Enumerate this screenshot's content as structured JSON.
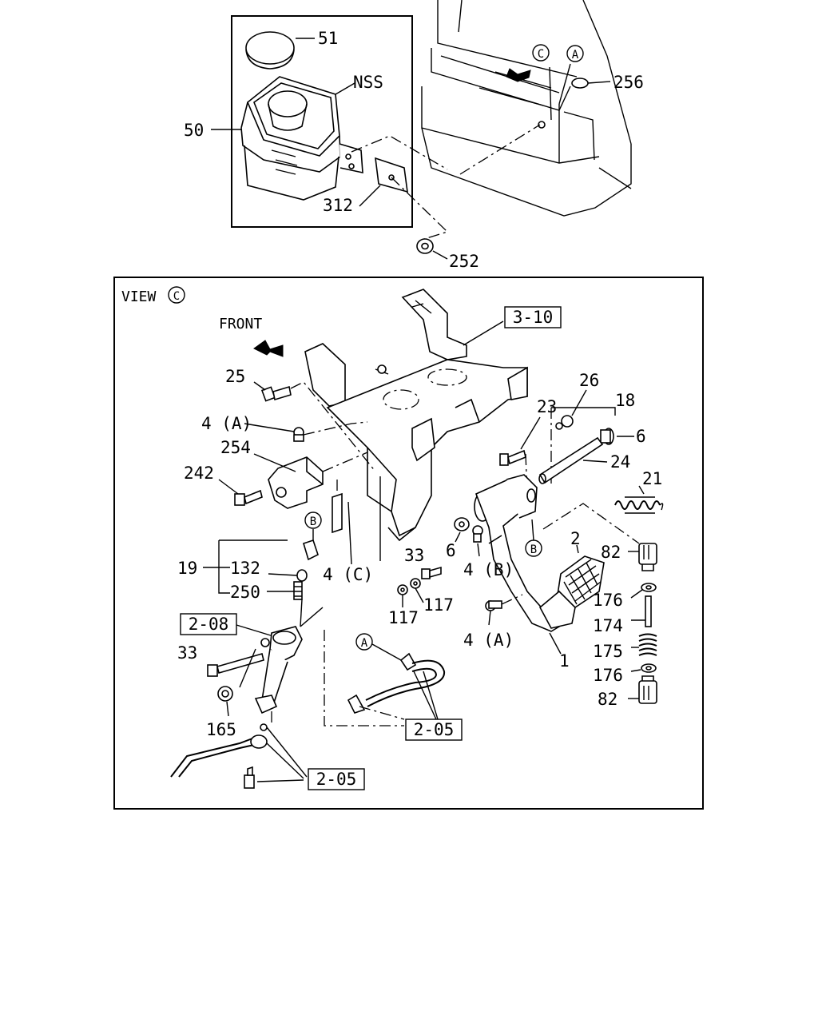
{
  "top_section": {
    "callouts": {
      "cap": "51",
      "tank_inner": "NSS",
      "tank_assy": "50",
      "bracket": "312",
      "nut": "252",
      "plug": "256"
    },
    "view_markers": {
      "view_ref": "C",
      "point_ref": "A"
    }
  },
  "view_panel": {
    "title": "VIEW",
    "title_marker": "C",
    "front_label": "FRONT",
    "boxed_refs": {
      "bracket_ref": "3-10",
      "cylinder_ref": "2-08",
      "hose_ref_1": "2-05",
      "hose_ref_2": "2-05"
    },
    "callouts": {
      "bolt_25": "25",
      "bolt_4a_top": "4 (A)",
      "bracket_254": "254",
      "bolt_242": "242",
      "nut_26": "26",
      "bolt_23": "23",
      "pin_18": "18",
      "bushing_6_right": "6",
      "shaft_24": "24",
      "spring_21": "21",
      "bushing_6_mid": "6",
      "bolt_4b": "4 (B)",
      "plate_4c": "4 (C)",
      "group_19": "19",
      "clevis_132": "132",
      "rod_250": "250",
      "bolt_33_mid": "33",
      "washer_117_right": "117",
      "washer_117_left": "117",
      "bolt_4a_low": "4 (A)",
      "pedal_1": "1",
      "pad_2": "2",
      "switch_82_top": "82",
      "washer_176_top": "176",
      "rod_174": "174",
      "spring_175": "175",
      "washer_176_bottom": "176",
      "switch_82_bottom": "82",
      "bolt_33_left": "33",
      "nut_165": "165"
    },
    "markers": {
      "b_upper": "B",
      "b_lower": "B",
      "a_hose": "A"
    }
  }
}
